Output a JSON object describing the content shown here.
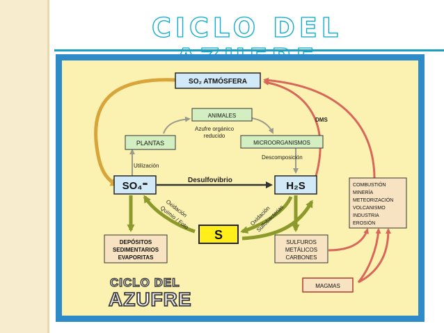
{
  "slide": {
    "title": "CICLO DEL AZUFRE"
  },
  "diagram": {
    "nodes": {
      "so2": "SO₂ ATMÓSFERA",
      "animales": "ANIMALES",
      "plantas": "PLANTAS",
      "microorganismos": "MICROORGANISMOS",
      "so4": "SO₄⁼",
      "h2s": "H₂S",
      "s": "S",
      "depositos": [
        "DEPÓSITOS",
        "SEDIMENTARIOS",
        "EVAPORITAS"
      ],
      "sulfuros": [
        "SULFUROS",
        "METÁLICOS",
        "CARBONES"
      ],
      "fuentes": [
        "COMBUSTIÓN",
        "MINERÍA",
        "METEORIZACIÓN",
        "VOLCANISMO",
        "INDUSTRIA",
        "EROSIÓN"
      ],
      "magmas": "MAGMAS"
    },
    "labels": {
      "azufre_organico": [
        "Azufre orgánico",
        "reducido"
      ],
      "dms": "DMS",
      "utilizacion": "Utilización",
      "descomposicion": "Descomposición",
      "desulfovibrio": "Desulfovibrio",
      "oxidacion_left": [
        "Oxidación",
        "Químio / Foto"
      ],
      "oxidacion_right": [
        "Oxidación",
        "Sulfobacterias"
      ]
    },
    "logo": {
      "line1": "CICLO DEL",
      "line2": "AZUFRE"
    },
    "colors": {
      "background": "#fbf1b0",
      "frame": "#2f8bc8",
      "node_blue": "#d2eaf8",
      "node_green": "#d3efc1",
      "node_orange": "#f7e2c2",
      "node_yellow": "#ffee1a",
      "arrow_red": "#d9665a",
      "arrow_olive": "#8b9a2a",
      "arrow_gold": "#d7a53a"
    }
  }
}
